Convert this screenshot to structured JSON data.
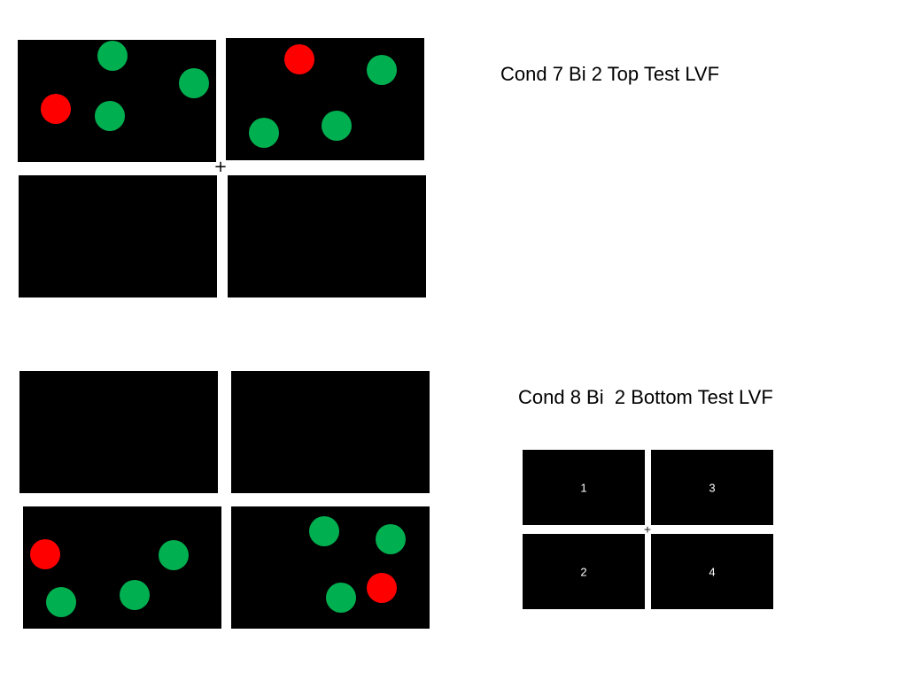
{
  "slide": {
    "background": "#ffffff",
    "colors": {
      "panel": "#000000",
      "target": "#ff0000",
      "distractor": "#00b050",
      "label_text": "#ffffff"
    }
  },
  "cond7": {
    "title": "Cond 7 Bi 2 Top Test LVF",
    "fixation": "+",
    "panels": [
      {
        "name": "top-left",
        "dots": [
          {
            "color": "distractor"
          },
          {
            "color": "distractor"
          },
          {
            "color": "target"
          },
          {
            "color": "distractor"
          }
        ]
      },
      {
        "name": "top-right",
        "dots": [
          {
            "color": "target"
          },
          {
            "color": "distractor"
          },
          {
            "color": "distractor"
          },
          {
            "color": "distractor"
          }
        ]
      },
      {
        "name": "bottom-left",
        "dots": []
      },
      {
        "name": "bottom-right",
        "dots": []
      }
    ]
  },
  "cond8": {
    "title": "Cond 8 Bi  2 Bottom Test LVF",
    "panels": [
      {
        "name": "top-left",
        "dots": []
      },
      {
        "name": "top-right",
        "dots": []
      },
      {
        "name": "bottom-left",
        "dots": [
          {
            "color": "target"
          },
          {
            "color": "distractor"
          },
          {
            "color": "distractor"
          },
          {
            "color": "distractor"
          }
        ]
      },
      {
        "name": "bottom-right",
        "dots": [
          {
            "color": "distractor"
          },
          {
            "color": "distractor"
          },
          {
            "color": "target"
          },
          {
            "color": "distractor"
          }
        ]
      }
    ]
  },
  "legend": {
    "fixation": "+",
    "quadrants": [
      "1",
      "3",
      "2",
      "4"
    ]
  }
}
